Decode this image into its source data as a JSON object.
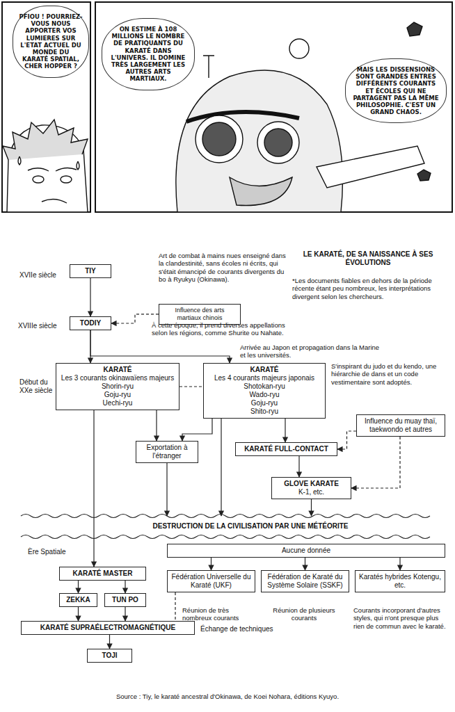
{
  "diagram": {
    "title": "LE KARATÉ, DE SA NAISSANCE À SES ÉVOLUTIONS",
    "caption": "Source : Tiy, le karaté ancestral d'Okinawa, de Koei Nohara, éditions Kyuyo.",
    "nodes": [
      {
        "text": [
          "PFIOU ! POURRIEZ-VOUS NOUS APPORTER VOS LUMIERES SUR L'ETAT ACTUEL DU MONDE DU KARATÉ SPATIAL, CHER HOPPER ?"
        ]
      },
      {
        "text": [
          "ON ESTIME À 108 MILLIONS LE NOMBRE DE PRATIQUANTS DU KARATÉ DANS L'UNIVERS. IL DOMINE TRÈS LARGEMENT LES AUTRES ARTS MARTIAUX."
        ]
      },
      {
        "text": [
          "MAIS LES DISSENSIONS SONT GRANDES ENTRES DIFFÉRENTS COURANTS ET ÉCOLES QUI NE PARTAGENT PAS LA MÊME PHILOSOPHIE. C'EST UN GRAND CHAOS."
        ]
      },
      {
        "text": [
          "TIY"
        ]
      },
      {
        "text": [
          "Influence des arts martiaux chinois"
        ]
      },
      {
        "text": [
          "TODIY"
        ]
      },
      {
        "text": [
          "KARATÉ",
          "Les 3 courants okinawaïens majeurs",
          "Shorin-ryu",
          "Goju-ryu",
          "Uechi-ryu"
        ]
      },
      {
        "text": [
          "KARATÉ",
          "Les 4 courants majeurs japonais",
          "Shotokan-ryu",
          "Wado-ryu",
          "Goju-ryu",
          "Shito-ryu"
        ]
      },
      {
        "text": [
          "Exportation à l'étranger"
        ]
      },
      {
        "text": [
          "KARATÉ FULL-CONTACT"
        ]
      },
      {
        "text": [
          "Influence du muay thaï, taekwondo et autres"
        ]
      },
      {
        "text": [
          "GLOVE KARATE",
          "K-1, etc."
        ]
      },
      {
        "text": [
          "DESTRUCTION DE LA CIVILISATION PAR UNE MÉTÉORITE"
        ]
      },
      {
        "text": [
          "Aucune donnée"
        ]
      },
      {
        "text": [
          "KARATÉ MASTER"
        ]
      },
      {
        "text": [
          "Fédération Universelle du Karaté (UKF)"
        ]
      },
      {
        "text": [
          "Fédération de Karaté du Système Solaire (SSKF)"
        ]
      },
      {
        "text": [
          "Karatés hybrides Kotengu, etc."
        ]
      },
      {
        "text": [
          "ZEKKA"
        ]
      },
      {
        "text": [
          "TUN PO"
        ]
      },
      {
        "text": [
          "KARATÉ SUPRAÉLECTROMAGNÉTIQUE"
        ]
      },
      {
        "text": [
          "TOJI"
        ]
      }
    ],
    "edges": [
      {
        "from": 3,
        "to": 5,
        "arrow": "to"
      },
      {
        "from": 4,
        "to": 5,
        "arrow": "to"
      },
      {
        "from": 5,
        "to": 6,
        "arrow": "to"
      },
      {
        "from": 5,
        "to": 7,
        "arrow": "to"
      },
      {
        "from": 6,
        "to": 7,
        "arrow": "none"
      },
      {
        "from": 6,
        "to": 8,
        "arrow": "to"
      },
      {
        "from": 7,
        "to": 8,
        "arrow": "to"
      },
      {
        "from": 7,
        "to": 9,
        "arrow": "to"
      },
      {
        "from": 10,
        "to": 9,
        "arrow": "to"
      },
      {
        "from": 9,
        "to": 11,
        "arrow": "to"
      },
      {
        "from": 10,
        "to": 11,
        "arrow": "to"
      },
      {
        "from": 6,
        "to": 14,
        "arrow": "to"
      },
      {
        "from": 8,
        "to": 12,
        "arrow": "to"
      },
      {
        "from": 7,
        "to": 12,
        "arrow": "to"
      },
      {
        "from": 11,
        "to": 12,
        "arrow": "to"
      },
      {
        "from": 13,
        "to": 15,
        "arrow": "to"
      },
      {
        "from": 13,
        "to": 16,
        "arrow": "to"
      },
      {
        "from": 13,
        "to": 17,
        "arrow": "to"
      },
      {
        "from": 14,
        "to": 18,
        "arrow": "to"
      },
      {
        "from": 14,
        "to": 19,
        "arrow": "to"
      },
      {
        "from": 18,
        "to": 20,
        "arrow": "to"
      },
      {
        "from": 19,
        "to": 20,
        "arrow": "to"
      },
      {
        "from": 20,
        "to": 21,
        "arrow": "to"
      },
      {
        "from": 15,
        "to": 20,
        "label": "Échange de techniques",
        "arrow": "none"
      }
    ],
    "labels": [
      "XVIIe siècle",
      "XVIIIe siècle",
      "Début du XXe siècle",
      "Ère Spatiale",
      "Art de combat à mains nues enseigné dans la clandestinité, sans écoles ni écrits, qui s'était émancipé de courants divergents du bo à Ryukyu (Okinawa).",
      "À cette époque, il prend diverses appellations selon les régions, comme Shurite ou Nahate.",
      "Arrivée au Japon et propagation dans la Marine et les universités.",
      "S'inspirant du judo et du kendo, une hiérarchie de dans et un code vestimentaire sont adoptés.",
      "*Les documents fiables en dehors de la période récente étant peu nombreux, les interprétations divergent selon les chercheurs.",
      "Réunion de très nombreux courants",
      "Réunion de plusieurs courants",
      "Courants incorporant d'autres styles, qui n'ont presque plus rien de commun avec le karaté."
    ]
  }
}
